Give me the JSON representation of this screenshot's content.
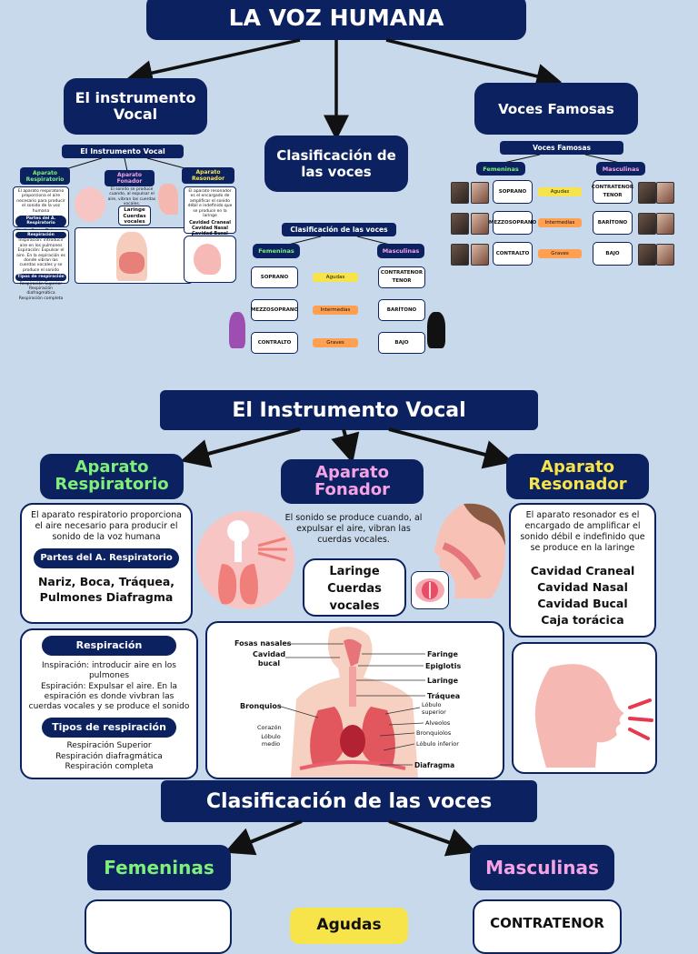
{
  "main_title": "LA VOZ HUMANA",
  "top_branches": {
    "left": "El instrumento Vocal",
    "center": "Clasificación de las voces",
    "right": "Voces Famosas"
  },
  "thumb_instrumento": {
    "title": "El Instrumento Vocal",
    "resp": "Aparato Respiratorio",
    "fon": "Aparato Fonador",
    "res": "Aparato Resonador",
    "resp_text": "El aparato respiratorio proporciona el aire necesario para producir el sonido de la voz humana",
    "partes": "Partes del A. Respiratorio",
    "partes_list": "Nariz, Boca, Tráquea, Pulmones Diafragma",
    "respiracion": "Respiración",
    "respiracion_text": "Inspiración: introducir aire en los pulmones Espiración: Expulsar el aire. En la espiración es donde vibran las cuerdas vocales y se produce el sonido",
    "tipos": "Tipos de respiración",
    "tipos_list": "Respiración Superior Respiración diafragmática Respiración completa",
    "fon_text": "El sonido se produce cuando, al expulsar el aire, vibran las cuerdas vocales.",
    "fon_list": "Laringe Cuerdas vocales",
    "res_text": "El aparato resonador es el encargado de amplificar el sonido débil e indefinido que se produce en la laringe",
    "res_list": "Cavidad Craneal Cavidad Nasal Cavidad Bucal Caja torácica"
  },
  "thumb_clasificacion": {
    "title": "Clasificación de las voces",
    "fem": "Femeninas",
    "masc": "Masculinas",
    "rows": [
      {
        "left": "SOPRANO",
        "mid": "Agudas",
        "right": "CONTRATENOR TENOR"
      },
      {
        "left": "MEZZOSOPRANO",
        "mid": "Intermedias",
        "right": "BARÍTONO"
      },
      {
        "left": "CONTRALTO",
        "mid": "Graves",
        "right": "BAJO"
      }
    ]
  },
  "thumb_famosas": {
    "title": "Voces Famosas",
    "fem": "Femeninas",
    "masc": "Masculinas",
    "rows": [
      {
        "left": "SOPRANO",
        "mid": "Agudas",
        "right": "CONTRATENOR TENOR"
      },
      {
        "left": "MEZZOSOPRANO",
        "mid": "Intermedias",
        "right": "BARÍTONO"
      },
      {
        "left": "CONTRALTO",
        "mid": "Graves",
        "right": "BAJO"
      }
    ]
  },
  "instrumento": {
    "title": "El Instrumento Vocal",
    "respiratorio": {
      "heading": "Aparato Respiratorio",
      "intro": "El aparato respiratorio proporciona el aire necesario para producir el sonido de la voz humana",
      "partes_title": "Partes del A. Respiratorio",
      "partes_list": "Nariz, Boca, Tráquea, Pulmones Diafragma",
      "respiracion_title": "Respiración",
      "inspiracion": "Inspiración: introducir aire en los pulmones",
      "espiracion": "Espiración: Expulsar el aire. En la espiración es donde vivbran las cuerdas vocales y se produce el sonido",
      "tipos_title": "Tipos de respiración",
      "tipos": [
        "Respiración Superior",
        "Respiración diafragmática",
        "Respiración completa"
      ]
    },
    "fonador": {
      "heading": "Aparato Fonador",
      "text": "El sonido se produce cuando, al expulsar el aire, vibran las cuerdas vocales.",
      "parts": [
        "Laringe",
        "Cuerdas",
        "vocales"
      ]
    },
    "resonador": {
      "heading": "Aparato Resonador",
      "text": "El aparato resonador es el encargado de amplificar el sonido débil e indefinido que se produce en la laringe",
      "list": [
        "Cavidad Craneal",
        "Cavidad Nasal",
        "Cavidad Bucal",
        "Caja torácica"
      ]
    },
    "diagram_labels": {
      "fosas": "Fosas nasales",
      "cavidad": "Cavidad bucal",
      "bronquios_left": "Bronquios",
      "corazon": "Corazón",
      "lobulo_medio": "Lóbulo medio",
      "faringe": "Faringe",
      "epiglotis": "Epiglotis",
      "laringe": "Laringe",
      "traquea": "Tráquea",
      "lobulo_sup": "Lóbulo superior",
      "alveolos": "Alveolos",
      "bronquiolos": "Bronquiolos",
      "lobulo_inf": "Lóbulo inferior",
      "diafragma": "Diafragma"
    }
  },
  "clasificacion": {
    "title": "Clasificación de las voces",
    "femeninas": "Femeninas",
    "masculinas": "Masculinas",
    "agudas": "Agudas",
    "contratenor": "CONTRATENOR"
  },
  "colors": {
    "navy": "#0b2160",
    "green": "#7ef07a",
    "pink": "#f5a3e4",
    "yellow": "#f7e34a",
    "orange": "#ff9f50",
    "background": "#c9d9ec"
  }
}
